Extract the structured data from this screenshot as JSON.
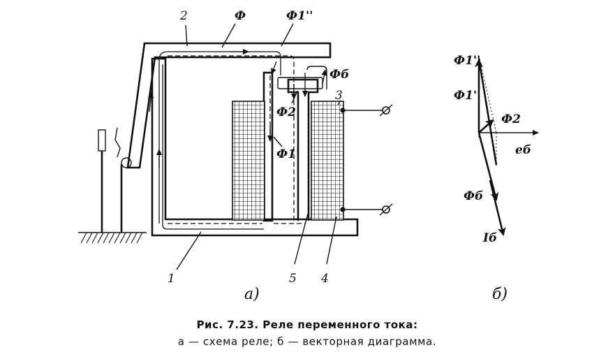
{
  "labels": {
    "part_2": "2",
    "flux_main": "Ф",
    "flux_1_double": "Ф1''",
    "flux_shade": "Фб",
    "part_3": "3",
    "flux_2": "Ф2",
    "flux_1_single": "Ф1'",
    "part_1": "1",
    "part_5": "5",
    "part_4": "4"
  },
  "vector_labels": {
    "flux_1_double": "Ф1''",
    "flux_1_single": "Ф1'",
    "flux_2": "Ф2",
    "e_b": "eб",
    "flux_b": "Фб",
    "current_b": "Iб"
  },
  "subfigures": {
    "a": "а)",
    "b": "б)"
  },
  "caption": {
    "line1": "Рис. 7.23. Реле переменного тока:",
    "line2": "а — схема реле; б — векторная диаграмма."
  }
}
